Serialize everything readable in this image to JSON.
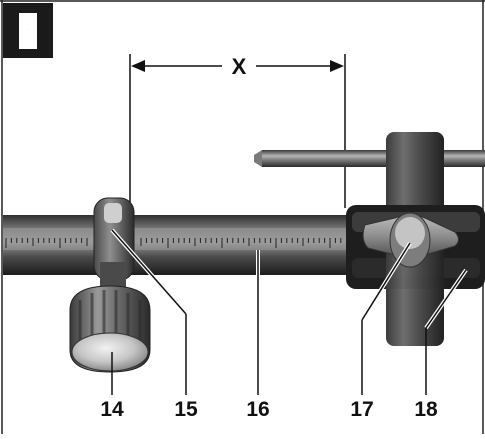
{
  "figure": {
    "badge": "I",
    "dimension_label": "X",
    "callouts": [
      "14",
      "15",
      "16",
      "17",
      "18"
    ],
    "parts": {
      "p14": "adjusting-knob",
      "p15": "clamp",
      "p16": "scale-rod",
      "p17": "wing-screw",
      "p18": "guide-holder"
    }
  },
  "colors": {
    "badge_bg": "#1a1a1a",
    "badge_fg": "#ffffff",
    "rod_dark": "#333333",
    "rod_light": "#8a8a8a",
    "metal_dark": "#1e1e1e",
    "metal_mid": "#555555",
    "metal_light": "#cfcfcf",
    "line": "#111111"
  }
}
